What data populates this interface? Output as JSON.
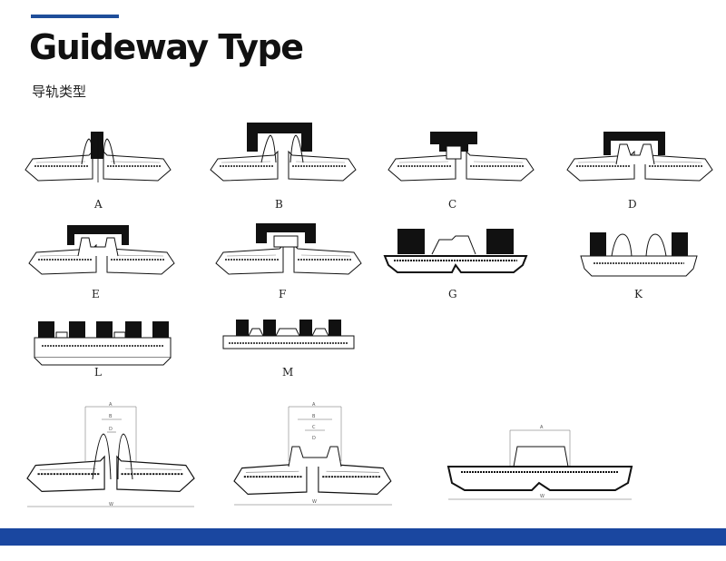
{
  "header": {
    "title": "Guideway Type",
    "subtitle": "导轨类型",
    "accent_color": "#1f4e9a"
  },
  "types": [
    {
      "label": "A"
    },
    {
      "label": "B"
    },
    {
      "label": "C"
    },
    {
      "label": "D"
    },
    {
      "label": "E"
    },
    {
      "label": "F"
    },
    {
      "label": "G"
    },
    {
      "label": "K"
    },
    {
      "label": "L"
    },
    {
      "label": "M"
    }
  ],
  "dimension_labels": {
    "width": "A",
    "gap": "B",
    "inner": "C",
    "pad": "D",
    "overall": "W"
  },
  "footer": {
    "bar_color": "#1a47a0"
  }
}
